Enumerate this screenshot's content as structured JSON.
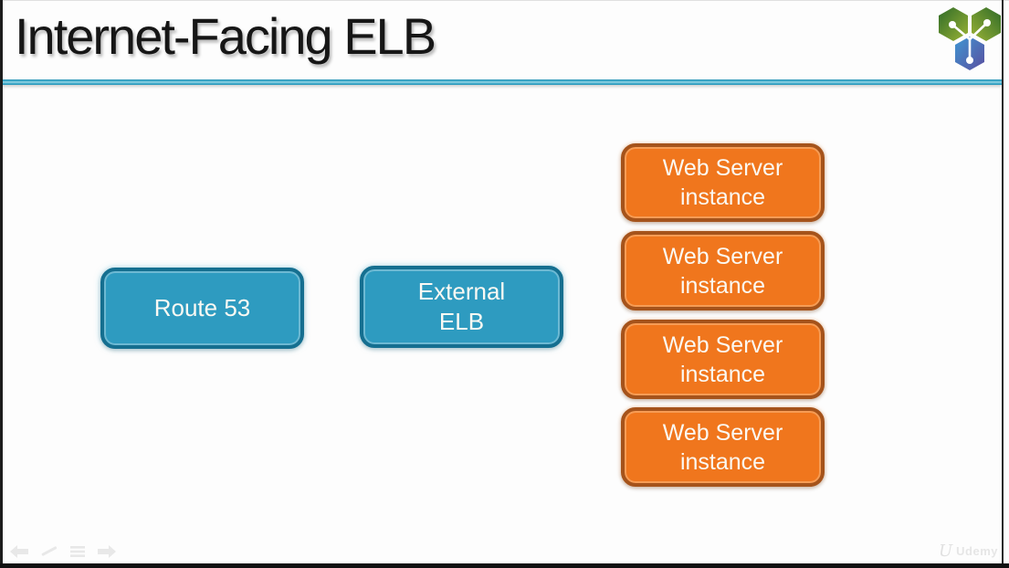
{
  "slide": {
    "title": "Internet-Facing ELB",
    "logo": "hexagon-network-logo"
  },
  "diagram": {
    "blue_nodes": [
      {
        "id": "route53",
        "label": "Route 53"
      },
      {
        "id": "external-elb",
        "line1": "External",
        "line2": "ELB"
      }
    ],
    "web_servers": [
      {
        "line1": "Web Server",
        "line2": "instance"
      },
      {
        "line1": "Web Server",
        "line2": "instance"
      },
      {
        "line1": "Web Server",
        "line2": "instance"
      },
      {
        "line1": "Web Server",
        "line2": "instance"
      }
    ]
  },
  "colors": {
    "node_blue_fill": "#2e9bc0",
    "node_blue_border": "#156f90",
    "node_orange_fill": "#f0761d",
    "node_orange_border": "#a5531b",
    "divider_cyan": "#39a8c8",
    "title_text": "#161616",
    "node_text": "#fbf9f3"
  },
  "footer": {
    "icons": [
      "back-arrow",
      "pencil",
      "menu",
      "forward-arrow"
    ],
    "watermark": "Udemy"
  }
}
